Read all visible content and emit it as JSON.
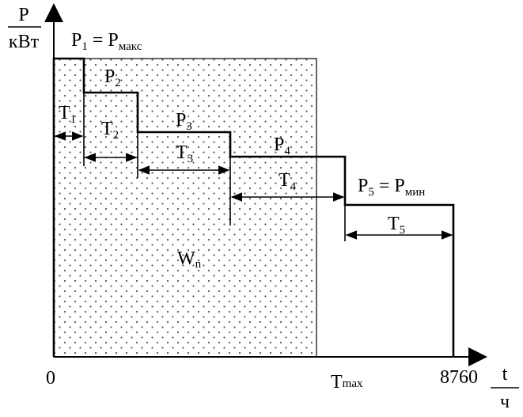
{
  "axes": {
    "y_label": "P",
    "y_unit": "кВт",
    "x_label": "t",
    "x_unit": "ч",
    "origin": "0",
    "tmax_main": "T",
    "tmax_sub": "max",
    "hours": "8760"
  },
  "area_label": {
    "main": "W",
    "sub": "n"
  },
  "levels": [
    {
      "p": "P",
      "p_sub": "1",
      "suffix": " = P",
      "suffix_sub": "макс",
      "t": "T",
      "t_sub": "1"
    },
    {
      "p": "P",
      "p_sub": "2",
      "suffix": "",
      "suffix_sub": "",
      "t": "T",
      "t_sub": "2"
    },
    {
      "p": "P",
      "p_sub": "3",
      "suffix": "",
      "suffix_sub": "",
      "t": "T",
      "t_sub": "3"
    },
    {
      "p": "P",
      "p_sub": "4",
      "suffix": "",
      "suffix_sub": "",
      "t": "T",
      "t_sub": "4"
    },
    {
      "p": "P",
      "p_sub": "5",
      "suffix": " = P",
      "suffix_sub": "мин",
      "t": "T",
      "t_sub": "5"
    }
  ]
}
